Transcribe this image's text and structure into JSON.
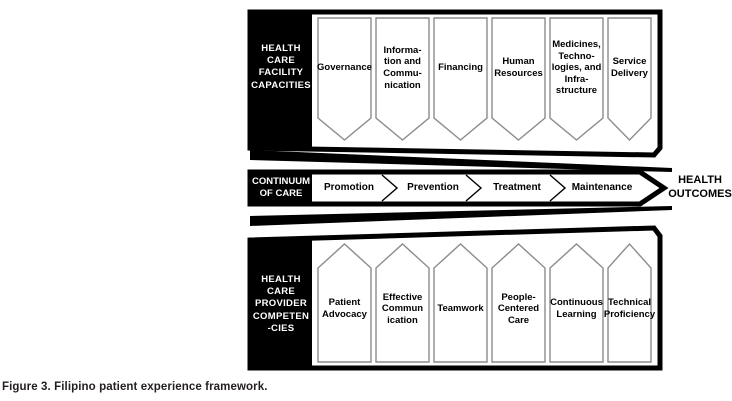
{
  "figure": {
    "caption": "Figure 3. Filipino patient experience framework."
  },
  "top_section": {
    "panel_label": "HEALTH\nCARE\nFACILITY\nCAPACITIES",
    "panel_lines": [
      "HEALTH",
      "CARE",
      "FACILITY",
      "CAPACITIES"
    ],
    "items": [
      {
        "label": "Governance",
        "lines": [
          "Governance"
        ]
      },
      {
        "label": "Information and Communication",
        "lines": [
          "Informa-",
          "tion and",
          "Commu-",
          "nication"
        ]
      },
      {
        "label": "Financing",
        "lines": [
          "Financing"
        ]
      },
      {
        "label": "Human Resources",
        "lines": [
          "Human",
          "Resources"
        ]
      },
      {
        "label": "Medicines, Technologies, and Infrastructure",
        "lines": [
          "Medicines,",
          "Techno-",
          "logies, and",
          "Infra-",
          "structure"
        ]
      },
      {
        "label": "Service Delivery",
        "lines": [
          "Service",
          "Delivery"
        ]
      }
    ]
  },
  "continuum": {
    "band_label": "CONTINUUM\nOF CARE",
    "band_lines": [
      "CONTINUUM",
      "OF CARE"
    ],
    "stages": [
      "Promotion",
      "Prevention",
      "Treatment",
      "Maintenance"
    ],
    "outcome_label": "HEALTH\nOUTCOMES",
    "outcome_lines": [
      "HEALTH",
      "OUTCOMES"
    ]
  },
  "bottom_section": {
    "panel_label": "HEALTH\nCARE\nPROVIDER\nCOMPETEN\n-CIES",
    "panel_lines": [
      "HEALTH",
      "CARE",
      "PROVIDER",
      "COMPETEN",
      "-CIES"
    ],
    "items": [
      {
        "label": "Patient Advocacy",
        "lines": [
          "Patient",
          "Advocacy"
        ]
      },
      {
        "label": "Effective Communication",
        "lines": [
          "Effective",
          "Commun",
          "ication"
        ]
      },
      {
        "label": "Teamwork",
        "lines": [
          "Teamwork"
        ]
      },
      {
        "label": "People-Centered Care",
        "lines": [
          "People-",
          "Centered",
          "Care"
        ]
      },
      {
        "label": "Continuous Learning",
        "lines": [
          "Continuous",
          "Learning"
        ]
      },
      {
        "label": "Technical Proficiency",
        "lines": [
          "Technical",
          "Proficiency"
        ]
      }
    ]
  },
  "colors": {
    "panel_fill": "#000000",
    "panel_text": "#ffffff",
    "shape_stroke": "#808080",
    "frame_stroke": "#000000",
    "background": "#ffffff",
    "caption_text": "#231f20"
  }
}
